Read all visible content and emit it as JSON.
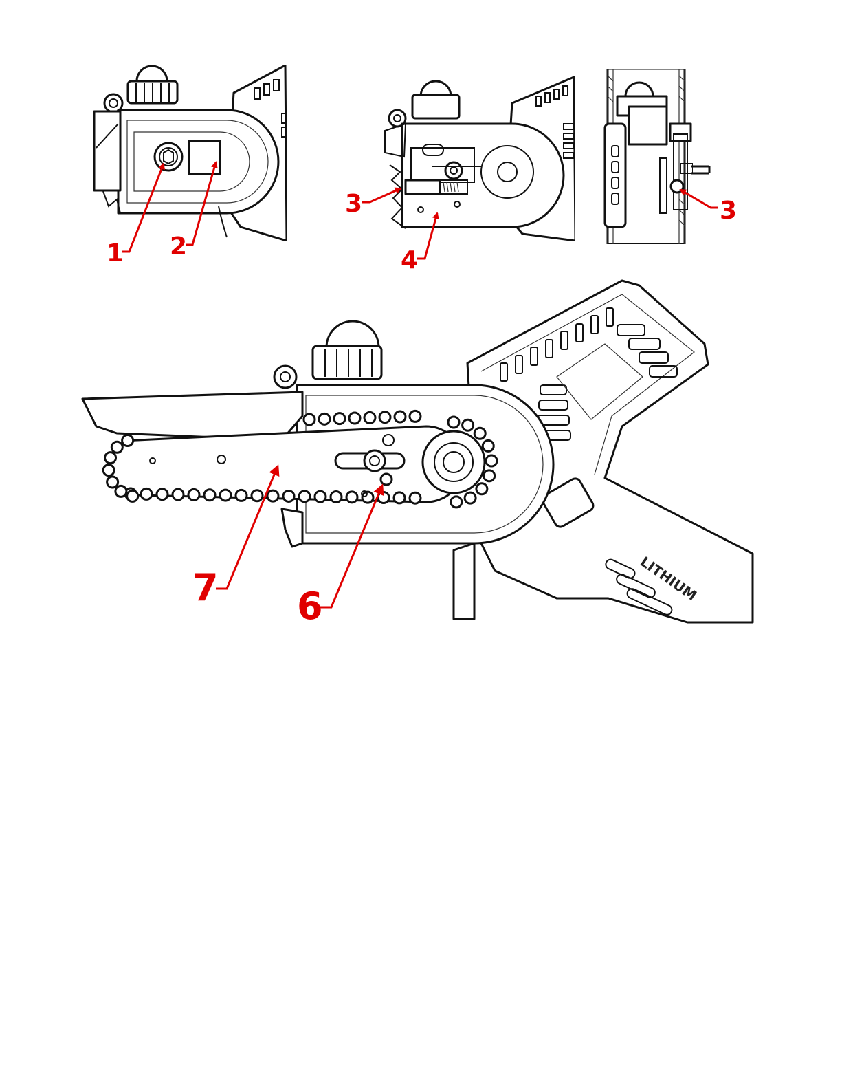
{
  "callouts": {
    "c1": "1",
    "c2": "2",
    "c3a": "3",
    "c4": "4",
    "c3b": "3",
    "c7": "7",
    "c6": "6"
  },
  "tool_text": {
    "battery_label": "LITHIUM"
  },
  "colors": {
    "callout": "#e00000",
    "line_art": "#111111",
    "background": "#ffffff"
  }
}
